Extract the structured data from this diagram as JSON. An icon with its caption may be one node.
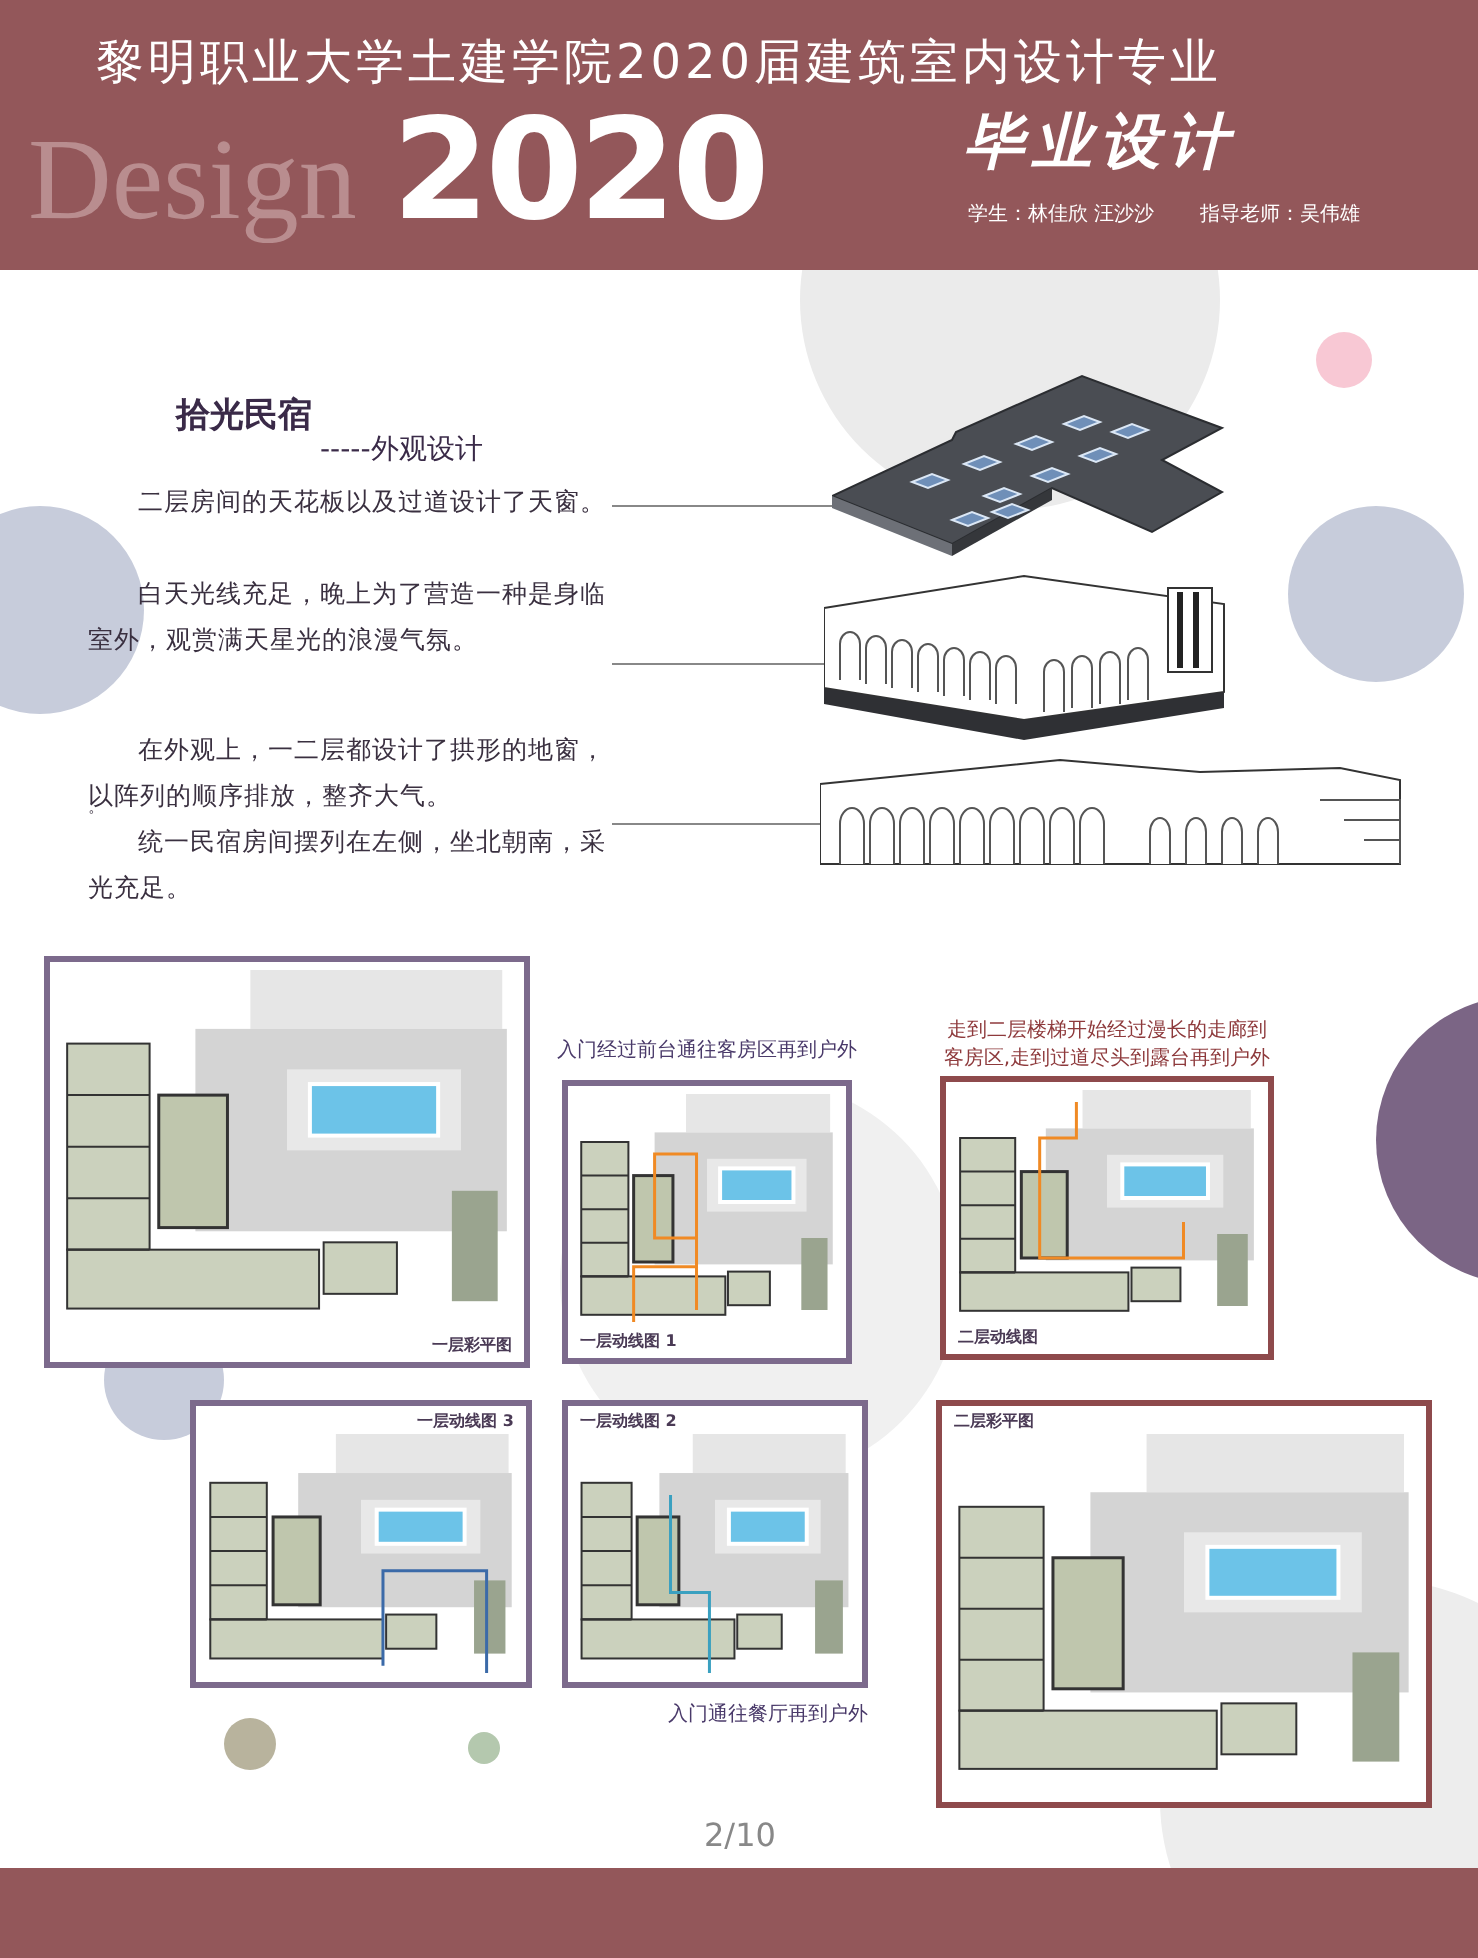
{
  "diagram": {
    "title": "黎明职业大学土建学院2020届建筑室内设计专业",
    "nodes": [
      {
        "text": [
          "二层房间的天花板以及过道设计了天窗。"
        ]
      },
      {
        "text": [
          "白天光线充足，晚上为了营造一种是身临室外，观赏满天星光的浪漫气氛。"
        ]
      },
      {
        "text": [
          "统一民宿房间摆列在左侧，坐北朝南，采光充足。"
        ]
      },
      {
        "text": [],
        "shape": "picture"
      },
      {
        "text": [],
        "shape": "picture"
      },
      {
        "text": [],
        "shape": "picture"
      },
      {
        "text": [
          "一层彩平图"
        ]
      },
      {
        "text": [
          "一层动线图 1"
        ],
        "beside": [
          "入门经过前台通往客房区再到户外"
        ]
      },
      {
        "text": [
          "二层动线图"
        ],
        "beside": [
          "走到二层楼梯开始经过漫长的走廊到客房区,走到过道尽头到露台再到户外"
        ]
      },
      {
        "text": [
          "一层动线图 3"
        ]
      },
      {
        "text": [
          "一层动线图 2"
        ],
        "beside": [
          "入门通往餐厅再到户外"
        ]
      },
      {
        "text": [
          "二层彩平图"
        ]
      }
    ],
    "edges": [
      {
        "from": 0,
        "to": 3,
        "arrow": "none"
      },
      {
        "from": 1,
        "to": 4,
        "arrow": "none"
      },
      {
        "from": 2,
        "to": 5,
        "arrow": "none"
      }
    ],
    "labels": [
      "Design",
      "2020",
      "毕业设计",
      "学生：林佳欣 汪沙沙",
      "指导老师：吴伟雄",
      "拾光民宿",
      "-----外观设计",
      "在外观上，一二层都设计了拱形的地窗，以阵列的顺序排放，整齐大气。",
      "。",
      "2/10"
    ]
  }
}
